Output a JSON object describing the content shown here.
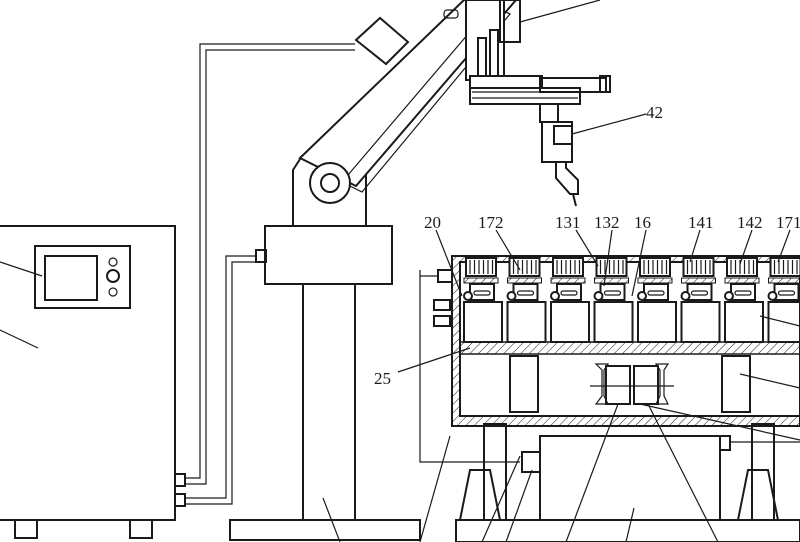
{
  "labels": {
    "l20": "20",
    "l172": "172",
    "l131": "131",
    "l132": "132",
    "l16": "16",
    "l141": "141",
    "l142": "142",
    "l171": "171",
    "l25": "25",
    "l42": "42"
  },
  "colors": {
    "line": "#1a1a1a",
    "background": "#ffffff",
    "hatch": "#1a1a1a"
  },
  "modules": {
    "count": 8
  }
}
